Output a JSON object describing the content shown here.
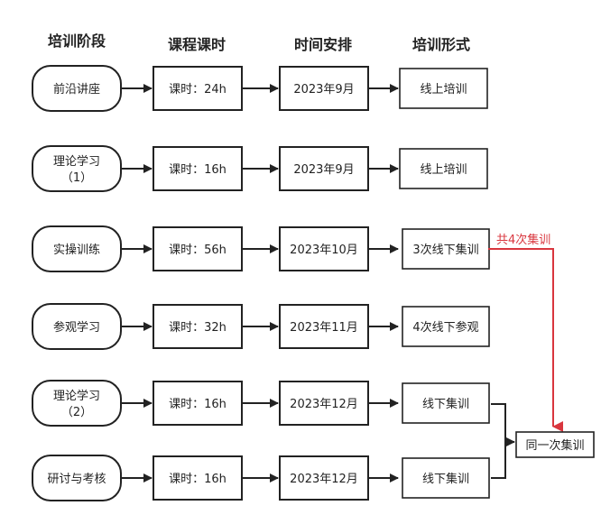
{
  "headers": [
    "培训阶段",
    "课程课时",
    "时间安排",
    "培训形式"
  ],
  "rows": [
    {
      "stage": [
        "前沿讲座"
      ],
      "hours": "课时：24h",
      "time": "2023年9月",
      "form": "线上培训"
    },
    {
      "stage": [
        "理论学习",
        "（1）"
      ],
      "hours": "课时：16h",
      "time": "2023年9月",
      "form": "线上培训"
    },
    {
      "stage": [
        "实操训练"
      ],
      "hours": "课时：56h",
      "time": "2023年10月",
      "form": "3次线下集训"
    },
    {
      "stage": [
        "参观学习"
      ],
      "hours": "课时：32h",
      "time": "2023年11月",
      "form": "4次线下参观"
    },
    {
      "stage": [
        "理论学习",
        "（2）"
      ],
      "hours": "课时：16h",
      "time": "2023年12月",
      "form": "线下集训"
    },
    {
      "stage": [
        "研讨与考核"
      ],
      "hours": "课时：16h",
      "time": "2023年12月",
      "form": "线下集训"
    }
  ],
  "note": "共4次集训",
  "merge_box": "同一次集训",
  "colors": {
    "line": "#222222",
    "accent": "#d9363e",
    "background": "#ffffff"
  }
}
